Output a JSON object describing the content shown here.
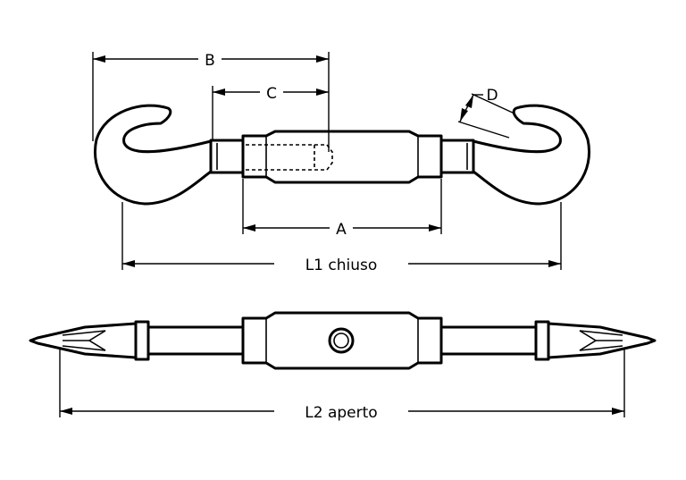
{
  "labels": {
    "b": "B",
    "c": "C",
    "d": "D",
    "a": "A",
    "l1": "L1 chiuso",
    "l2": "L2 aperto"
  },
  "colors": {
    "line": "#000000",
    "background": "#ffffff"
  }
}
